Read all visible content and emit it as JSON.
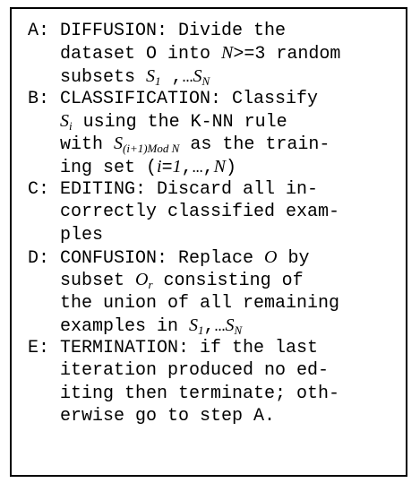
{
  "algorithm_box": {
    "lines": [
      [
        "A: DIFFUSION: Divide the"
      ],
      [
        "   dataset O into ",
        {
          "t": "N",
          "i": true
        },
        ">=3 random"
      ],
      [
        "   subsets ",
        {
          "t": "S",
          "i": true
        },
        {
          "t": "1",
          "i": true,
          "s": true
        },
        " ,…",
        {
          "t": "S",
          "i": true
        },
        {
          "t": "N",
          "i": true,
          "s": true
        }
      ],
      [
        "B: CLASSIFICATION: Classify"
      ],
      [
        "   ",
        {
          "t": "S",
          "i": true
        },
        {
          "t": "i",
          "i": true,
          "s": true
        },
        " using the K-NN rule"
      ],
      [
        "   with ",
        {
          "t": "S",
          "i": true
        },
        {
          "t": "(i+1)Mod N",
          "i": true,
          "s": true
        },
        " as the train-"
      ],
      [
        "   ing set (",
        {
          "t": "i",
          "i": true
        },
        "=",
        {
          "t": "1",
          "i": true
        },
        ",…,",
        {
          "t": "N",
          "i": true
        },
        ")"
      ],
      [
        "C: EDITING: Discard all in-"
      ],
      [
        "   correctly classified exam-"
      ],
      [
        "   ples"
      ],
      [
        "D: CONFUSION: Replace ",
        {
          "t": "O",
          "i": true
        },
        " by"
      ],
      [
        "   subset ",
        {
          "t": "O",
          "i": true
        },
        {
          "t": "r",
          "i": true,
          "s": true
        },
        " consisting of"
      ],
      [
        "   the union of all remaining"
      ],
      [
        "   examples in ",
        {
          "t": "S",
          "i": true
        },
        {
          "t": "1",
          "i": true,
          "s": true
        },
        ",…",
        {
          "t": "S",
          "i": true
        },
        {
          "t": "N",
          "i": true,
          "s": true
        }
      ],
      [
        "E: TERMINATION: if the last"
      ],
      [
        "   iteration produced no ed-"
      ],
      [
        "   iting then terminate; oth-"
      ],
      [
        "   erwise go to step A."
      ]
    ]
  }
}
